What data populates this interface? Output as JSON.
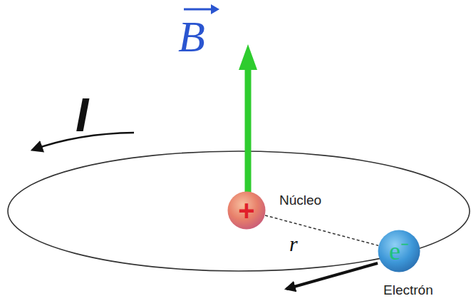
{
  "diagram": {
    "nodes": [
      {
        "text": [
          "+",
          "Núcleo"
        ]
      },
      {
        "text": [
          "e⁻",
          "Electrón"
        ]
      }
    ],
    "edges": [
      {
        "from": 0,
        "to": 1,
        "arrow": "none",
        "label": "r"
      }
    ],
    "labels": [
      "B",
      "I"
    ]
  }
}
